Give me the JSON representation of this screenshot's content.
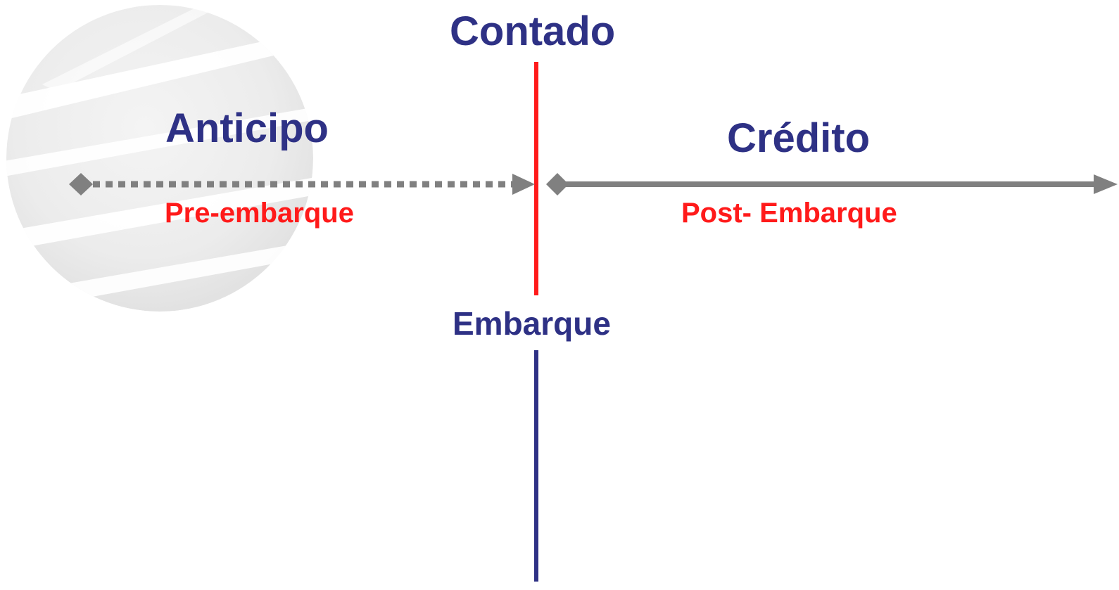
{
  "diagram": {
    "top_label": "Contado",
    "left_label": "Anticipo",
    "right_label": "Crédito",
    "left_sublabel": "Pre-embarque",
    "right_sublabel": "Post- Embarque",
    "center_label": "Embarque"
  },
  "colors": {
    "title_text": "#2e3185",
    "sub_text": "#ff1a1a",
    "upper_divider": "#ff1a1a",
    "lower_divider": "#2e3185",
    "arrows": "#808080",
    "globe_watermark": "#e6e6e6"
  }
}
